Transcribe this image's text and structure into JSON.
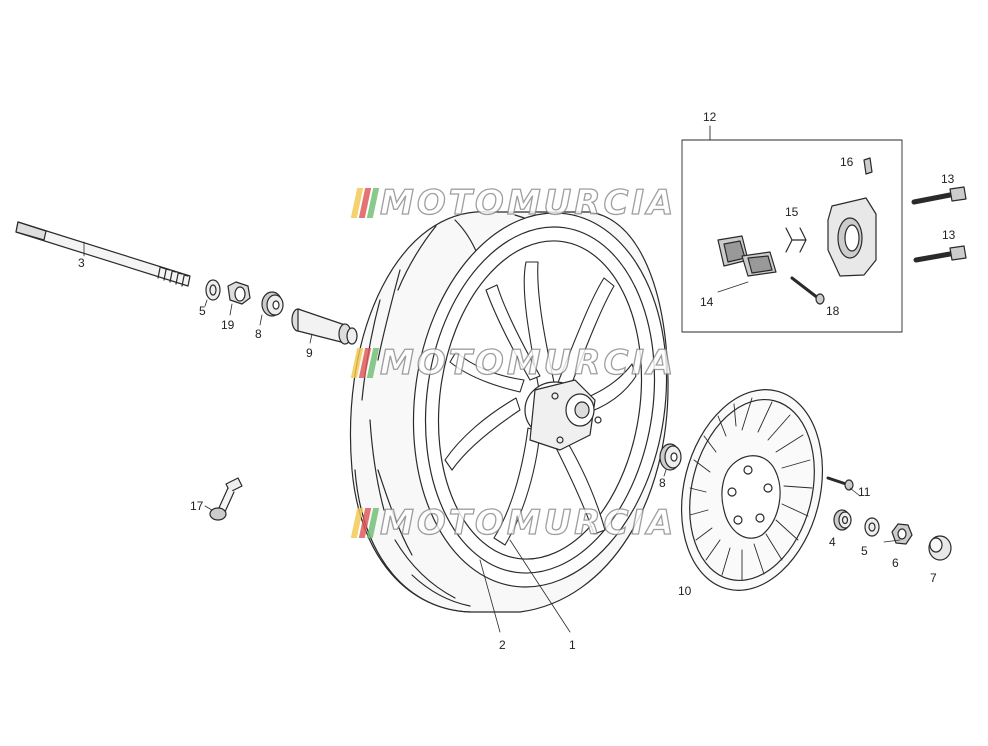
{
  "watermark": {
    "text": "MOTOMURCIA",
    "bar_colors": [
      "#f2c94c",
      "#e05555",
      "#6fbf73"
    ],
    "text_color": "#ffffff",
    "outline_color": "#8a8a8a"
  },
  "callouts": {
    "c1": "1",
    "c2": "2",
    "c3": "3",
    "c4": "4",
    "c5a": "5",
    "c5b": "5",
    "c6": "6",
    "c7": "7",
    "c8a": "8",
    "c8b": "8",
    "c9": "9",
    "c10": "10",
    "c11": "11",
    "c12": "12",
    "c13a": "13",
    "c13b": "13",
    "c14": "14",
    "c15": "15",
    "c16": "16",
    "c17": "17",
    "c18": "18",
    "c19": "19"
  }
}
